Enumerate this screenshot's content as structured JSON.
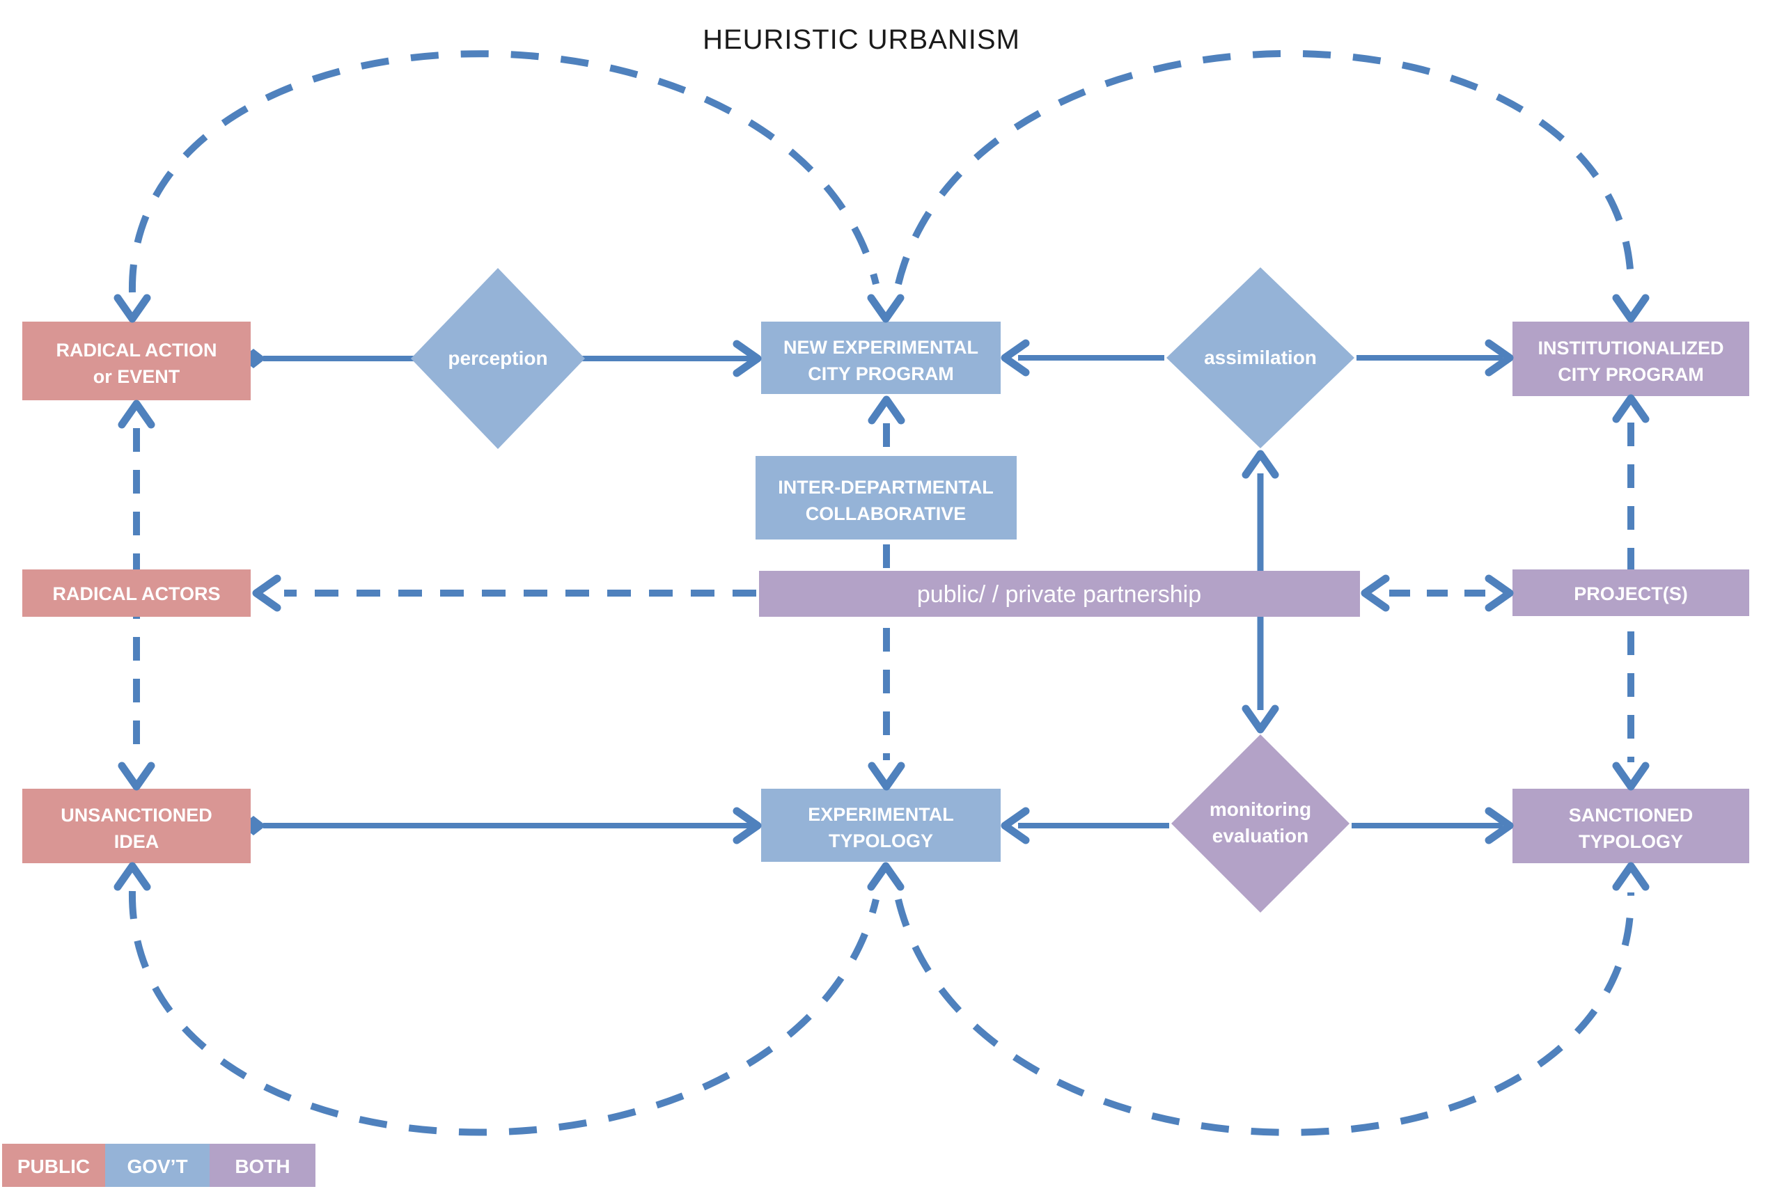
{
  "title": "HEURISTIC URBANISM",
  "colors": {
    "public": "#D99694",
    "govt": "#95B3D7",
    "both": "#B3A2C7",
    "line": "#4F81BD",
    "label_text": "#FFFFFF",
    "title_text": "#1A1A1A"
  },
  "nodes": {
    "radical_action": {
      "lines": [
        "RADICAL ACTION",
        "or EVENT"
      ]
    },
    "perception": {
      "label": "perception"
    },
    "new_experimental": {
      "lines": [
        "NEW EXPERIMENTAL",
        "CITY PROGRAM"
      ]
    },
    "assimilation": {
      "label": "assimilation"
    },
    "institutionalized": {
      "lines": [
        "INSTITUTIONALIZED",
        "CITY PROGRAM"
      ]
    },
    "collaborative": {
      "lines": [
        "INTER-DEPARTMENTAL",
        "COLLABORATIVE"
      ]
    },
    "radical_actors": {
      "label": "RADICAL ACTORS"
    },
    "partnership": {
      "label": "public/ / private partnership"
    },
    "projects": {
      "label": "PROJECT(S)"
    },
    "unsanctioned": {
      "lines": [
        "UNSANCTIONED",
        "IDEA"
      ]
    },
    "experimental_typology": {
      "lines": [
        "EXPERIMENTAL",
        "TYPOLOGY"
      ]
    },
    "monitoring": {
      "lines": [
        "monitoring",
        "evaluation"
      ]
    },
    "sanctioned": {
      "lines": [
        "SANCTIONED",
        "TYPOLOGY"
      ]
    }
  },
  "legend": {
    "items": [
      {
        "label": "PUBLIC",
        "color": "#D99694"
      },
      {
        "label": "GOV’T",
        "color": "#95B3D7"
      },
      {
        "label": "BOTH",
        "color": "#B3A2C7"
      }
    ]
  }
}
